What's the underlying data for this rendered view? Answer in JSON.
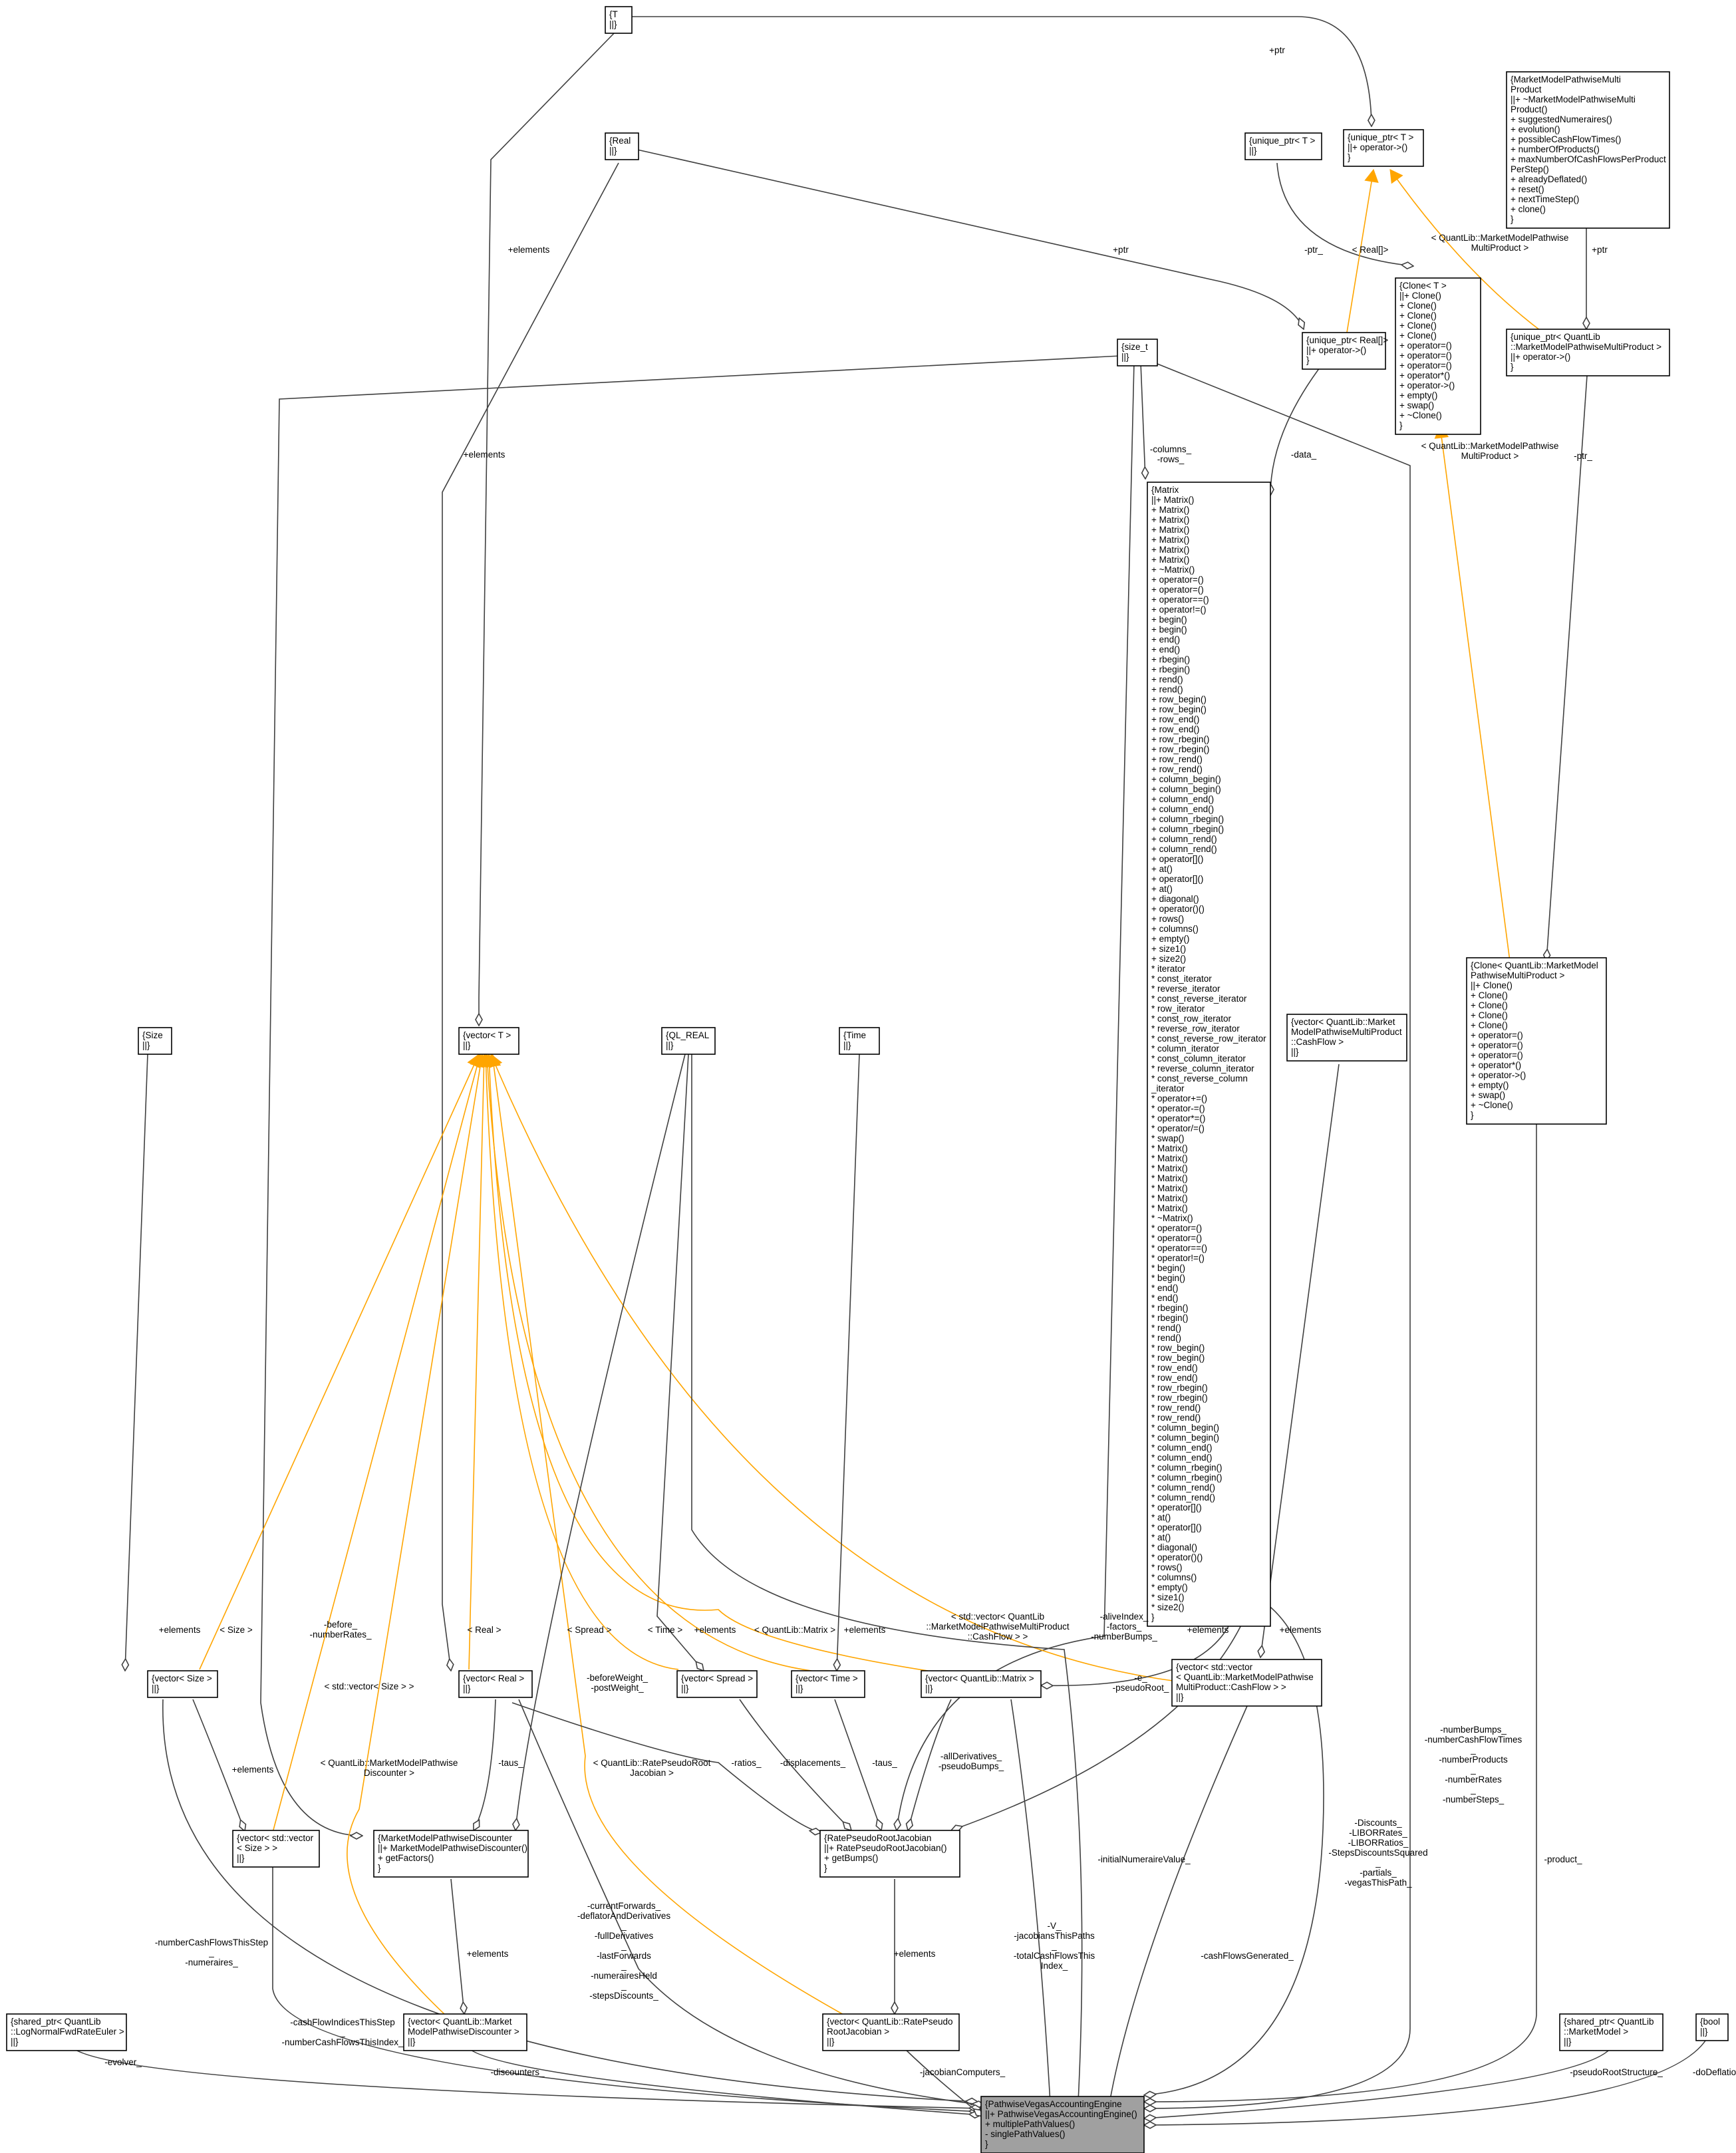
{
  "nodes": [
    {
      "id": "main",
      "lines": [
        "{PathwiseVegasAccountingEngine",
        "||+ PathwiseVegasAccountingEngine()",
        "+ multiplePathValues()",
        "- singlePathValues()",
        "}"
      ]
    },
    {
      "id": "T",
      "lines": [
        "{T",
        "||}"
      ]
    },
    {
      "id": "real",
      "lines": [
        "{Real",
        "||}"
      ]
    },
    {
      "id": "uniqueT",
      "lines": [
        "{unique_ptr< T >",
        "||}"
      ]
    },
    {
      "id": "uniqueTop",
      "lines": [
        "{unique_ptr< T >",
        "||+ operator->()",
        "}"
      ]
    },
    {
      "id": "mmpmp",
      "lines": [
        "{MarketModelPathwiseMulti",
        "Product",
        "||+ ~MarketModelPathwiseMulti",
        "Product()",
        "+ suggestedNumeraires()",
        "+ evolution()",
        "+ possibleCashFlowTimes()",
        "+ numberOfProducts()",
        "+ maxNumberOfCashFlowsPerProduct",
        "PerStep()",
        "+ alreadyDeflated()",
        "+ reset()",
        "+ nextTimeStep()",
        "+ clone()",
        "}"
      ]
    },
    {
      "id": "cloneT",
      "lines": [
        "{Clone< T >",
        "||+ Clone()",
        "+ Clone()",
        "+ Clone()",
        "+ Clone()",
        "+ Clone()",
        "+ operator=()",
        "+ operator=()",
        "+ operator=()",
        "+ operator*()",
        "+ operator->()",
        "+ empty()",
        "+ swap()",
        "+ ~Clone()",
        "}"
      ]
    },
    {
      "id": "uniqueRealArr",
      "lines": [
        "{unique_ptr< Real[]>",
        "||+ operator->()",
        "}"
      ]
    },
    {
      "id": "uniqueMMP",
      "lines": [
        "{unique_ptr< QuantLib",
        "::MarketModelPathwiseMultiProduct >",
        "||+ operator->()",
        "}"
      ]
    },
    {
      "id": "sizet",
      "lines": [
        "{size_t",
        "||}"
      ]
    },
    {
      "id": "matrix",
      "lines": [
        "{Matrix",
        "||+ Matrix()",
        "+ Matrix()",
        "+ Matrix()",
        "+ Matrix()",
        "+ Matrix()",
        "+ Matrix()",
        "+ Matrix()",
        "+ ~Matrix()",
        "+ operator=()",
        "+ operator=()",
        "+ operator==()",
        "+ operator!=()",
        "+ begin()",
        "+ begin()",
        "+ end()",
        "+ end()",
        "+ rbegin()",
        "+ rbegin()",
        "+ rend()",
        "+ rend()",
        "+ row_begin()",
        "+ row_begin()",
        "+ row_end()",
        "+ row_end()",
        "+ row_rbegin()",
        "+ row_rbegin()",
        "+ row_rend()",
        "+ row_rend()",
        "+ column_begin()",
        "+ column_begin()",
        "+ column_end()",
        "+ column_end()",
        "+ column_rbegin()",
        "+ column_rbegin()",
        "+ column_rend()",
        "+ column_rend()",
        "+ operator[]()",
        "+ at()",
        "+ operator[]()",
        "+ at()",
        "+ diagonal()",
        "+ operator()()",
        "+ rows()",
        "+ columns()",
        "+ empty()",
        "+ size1()",
        "+ size2()",
        "* iterator",
        "* const_iterator",
        "* reverse_iterator",
        "* const_reverse_iterator",
        "* row_iterator",
        "* const_row_iterator",
        "* reverse_row_iterator",
        "* const_reverse_row_iterator",
        "* column_iterator",
        "* const_column_iterator",
        "* reverse_column_iterator",
        "* const_reverse_column",
        "_iterator",
        "* operator+=()",
        "* operator-=()",
        "* operator*=()",
        "* operator/=()",
        "* swap()",
        "* Matrix()",
        "* Matrix()",
        "* Matrix()",
        "* Matrix()",
        "* Matrix()",
        "* Matrix()",
        "* Matrix()",
        "* ~Matrix()",
        "* operator=()",
        "* operator=()",
        "* operator==()",
        "* operator!=()",
        "* begin()",
        "* begin()",
        "* end()",
        "* end()",
        "* rbegin()",
        "* rbegin()",
        "* rend()",
        "* rend()",
        "* row_begin()",
        "* row_begin()",
        "* row_end()",
        "* row_end()",
        "* row_rbegin()",
        "* row_rbegin()",
        "* row_rend()",
        "* row_rend()",
        "* column_begin()",
        "* column_begin()",
        "* column_end()",
        "* column_end()",
        "* column_rbegin()",
        "* column_rbegin()",
        "* column_rend()",
        "* column_rend()",
        "* operator[]()",
        "* at()",
        "* operator[]()",
        "* at()",
        "* diagonal()",
        "* operator()()",
        "* rows()",
        "* columns()",
        "* empty()",
        "* size1()",
        "* size2()",
        "}"
      ]
    },
    {
      "id": "cloneMMP",
      "lines": [
        "{Clone< QuantLib::MarketModel",
        "PathwiseMultiProduct >",
        "||+ Clone()",
        "+ Clone()",
        "+ Clone()",
        "+ Clone()",
        "+ Clone()",
        "+ operator=()",
        "+ operator=()",
        "+ operator=()",
        "+ operator*()",
        "+ operator->()",
        "+ empty()",
        "+ swap()",
        "+ ~Clone()",
        "}"
      ]
    },
    {
      "id": "size",
      "lines": [
        "{Size",
        "||}"
      ]
    },
    {
      "id": "vectorT",
      "lines": [
        "{vector< T >",
        "||}"
      ]
    },
    {
      "id": "qlreal",
      "lines": [
        "{QL_REAL",
        "||}"
      ]
    },
    {
      "id": "time",
      "lines": [
        "{Time",
        "||}"
      ]
    },
    {
      "id": "vecCashFlow",
      "lines": [
        "{vector< QuantLib::Market",
        "ModelPathwiseMultiProduct",
        "::CashFlow >",
        "||}"
      ]
    },
    {
      "id": "vecSize",
      "lines": [
        "{vector< Size >",
        "||}"
      ]
    },
    {
      "id": "vecReal",
      "lines": [
        "{vector< Real >",
        "||}"
      ]
    },
    {
      "id": "vecSpread",
      "lines": [
        "{vector< Spread >",
        "||}"
      ]
    },
    {
      "id": "vecTime",
      "lines": [
        "{vector< Time >",
        "||}"
      ]
    },
    {
      "id": "vecMatrix",
      "lines": [
        "{vector< QuantLib::Matrix >",
        "||}"
      ]
    },
    {
      "id": "vecVecCashFlow",
      "lines": [
        "{vector< std::vector",
        "< QuantLib::MarketModelPathwise",
        "MultiProduct::CashFlow > >",
        "||}"
      ]
    },
    {
      "id": "vecVecSize",
      "lines": [
        "{vector< std::vector",
        "< Size > >",
        "||}"
      ]
    },
    {
      "id": "mmpd",
      "lines": [
        "{MarketModelPathwiseDiscounter",
        "||+ MarketModelPathwiseDiscounter()",
        "+ getFactors()",
        "}"
      ]
    },
    {
      "id": "rprj",
      "lines": [
        "{RatePseudoRootJacobian",
        "||+ RatePseudoRootJacobian()",
        "+ getBumps()",
        "}"
      ]
    },
    {
      "id": "sharedEvolver",
      "lines": [
        "{shared_ptr< QuantLib",
        "::LogNormalFwdRateEuler >",
        "||}"
      ]
    },
    {
      "id": "vecMMPD",
      "lines": [
        "{vector< QuantLib::Market",
        "ModelPathwiseDiscounter >",
        "||}"
      ]
    },
    {
      "id": "vecRPRJ",
      "lines": [
        "{vector< QuantLib::RatePseudo",
        "RootJacobian >",
        "||}"
      ]
    },
    {
      "id": "sharedMM",
      "lines": [
        "{shared_ptr< QuantLib",
        "::MarketModel >",
        "||}"
      ]
    },
    {
      "id": "bool",
      "lines": [
        "{bool",
        "||}"
      ]
    }
  ],
  "edge_labels": [
    {
      "id": "ptr_T",
      "lines": [
        "+ptr"
      ]
    },
    {
      "id": "el_T",
      "lines": [
        "+elements"
      ]
    },
    {
      "id": "ptr_real",
      "lines": [
        "+ptr"
      ]
    },
    {
      "id": "ptr_uniqueT",
      "lines": [
        "-ptr_"
      ]
    },
    {
      "id": "real_arr",
      "lines": [
        "< Real[]>"
      ]
    },
    {
      "id": "mmp_tmpl",
      "lines": [
        "< QuantLib::MarketModelPathwise",
        "MultiProduct >"
      ]
    },
    {
      "id": "ptr_mmp",
      "lines": [
        "+ptr"
      ]
    },
    {
      "id": "clone_tmpl",
      "lines": [
        "< QuantLib::MarketModelPathwise",
        "MultiProduct >"
      ]
    },
    {
      "id": "ptr2",
      "lines": [
        "-ptr_"
      ]
    },
    {
      "id": "data",
      "lines": [
        "-data_"
      ]
    },
    {
      "id": "cols_rows",
      "lines": [
        "-columns_",
        "-rows_"
      ]
    },
    {
      "id": "el_real",
      "lines": [
        "+elements"
      ]
    },
    {
      "id": "size_tmpl",
      "lines": [
        "< Size >"
      ]
    },
    {
      "id": "el_size",
      "lines": [
        "+elements"
      ]
    },
    {
      "id": "before",
      "lines": [
        "-before_",
        "-numberRates_"
      ]
    },
    {
      "id": "real_tmpl",
      "lines": [
        "< Real >"
      ]
    },
    {
      "id": "spread_tmpl",
      "lines": [
        "< Spread >"
      ]
    },
    {
      "id": "time_tmpl",
      "lines": [
        "< Time >"
      ]
    },
    {
      "id": "el_spread",
      "lines": [
        "+elements"
      ]
    },
    {
      "id": "matrix_tmpl",
      "lines": [
        "< QuantLib::Matrix >"
      ]
    },
    {
      "id": "el_time",
      "lines": [
        "+elements"
      ]
    },
    {
      "id": "cf_tmpl",
      "lines": [
        "< std::vector< QuantLib",
        "::MarketModelPathwiseMultiProduct",
        "::CashFlow > >"
      ]
    },
    {
      "id": "alive",
      "lines": [
        "-aliveIndex_",
        "-factors_",
        "-numberBumps_"
      ]
    },
    {
      "id": "el_matrix",
      "lines": [
        "+elements"
      ]
    },
    {
      "id": "el_cf",
      "lines": [
        "+elements"
      ]
    },
    {
      "id": "e_pr",
      "lines": [
        "-e_",
        "-pseudoRoot_"
      ]
    },
    {
      "id": "vecsize_tmpl",
      "lines": [
        "< std::vector< Size > >"
      ]
    },
    {
      "id": "el_vecsize",
      "lines": [
        "+elements"
      ]
    },
    {
      "id": "bw",
      "lines": [
        "-beforeWeight_",
        "-postWeight_"
      ]
    },
    {
      "id": "taus1",
      "lines": [
        "-taus_"
      ]
    },
    {
      "id": "mmpd_tmpl",
      "lines": [
        "< QuantLib::MarketModelPathwise",
        "Discounter >"
      ]
    },
    {
      "id": "rprj_tmpl",
      "lines": [
        "< QuantLib::RatePseudoRoot",
        "Jacobian >"
      ]
    },
    {
      "id": "ratios",
      "lines": [
        "-ratios_"
      ]
    },
    {
      "id": "disp",
      "lines": [
        "-displacements_"
      ]
    },
    {
      "id": "taus2",
      "lines": [
        "-taus_"
      ]
    },
    {
      "id": "alld",
      "lines": [
        "-allDerivatives_",
        "-pseudoBumps_"
      ]
    },
    {
      "id": "nb",
      "lines": [
        "-numberBumps_",
        "-numberCashFlowTimes",
        "_",
        "-numberProducts",
        "_",
        "-numberRates",
        "_",
        "-numberSteps_"
      ]
    },
    {
      "id": "disc",
      "lines": [
        "-Discounts_",
        "-LIBORRates_",
        "-LIBORRatios_",
        "-StepsDiscountsSquared",
        "_",
        "-partials_",
        "-vegasThisPath_"
      ]
    },
    {
      "id": "product",
      "lines": [
        "-product_"
      ]
    },
    {
      "id": "initnum",
      "lines": [
        "-initialNumeraireValue_"
      ]
    },
    {
      "id": "curfwd",
      "lines": [
        "-currentForwards_",
        "-deflatorAndDerivatives",
        "_",
        "-fullDerivatives",
        "_",
        "-lastForwards",
        "_",
        "-numerairesHeld",
        "_",
        "-stepsDiscounts_"
      ]
    },
    {
      "id": "ncfts",
      "lines": [
        "-numberCashFlowsThisStep",
        "_",
        "-numeraires_"
      ]
    },
    {
      "id": "v_jac",
      "lines": [
        "-V_",
        "-jacobiansThisPaths",
        "_",
        "-totalCashFlowsThis",
        "Index_"
      ]
    },
    {
      "id": "cfgen",
      "lines": [
        "-cashFlowsGenerated_"
      ]
    },
    {
      "id": "el_mmpd",
      "lines": [
        "+elements"
      ]
    },
    {
      "id": "el_rprj",
      "lines": [
        "+elements"
      ]
    },
    {
      "id": "cfits",
      "lines": [
        "-cashFlowIndicesThisStep",
        "_",
        "-numberCashFlowsThisIndex_"
      ]
    },
    {
      "id": "evolver",
      "lines": [
        "-evolver_"
      ]
    },
    {
      "id": "discounters",
      "lines": [
        "-discounters_"
      ]
    },
    {
      "id": "jaccomp",
      "lines": [
        "-jacobianComputers_"
      ]
    },
    {
      "id": "prs",
      "lines": [
        "-pseudoRootStructure_"
      ]
    },
    {
      "id": "dodef",
      "lines": [
        "-doDeflation_"
      ]
    }
  ]
}
